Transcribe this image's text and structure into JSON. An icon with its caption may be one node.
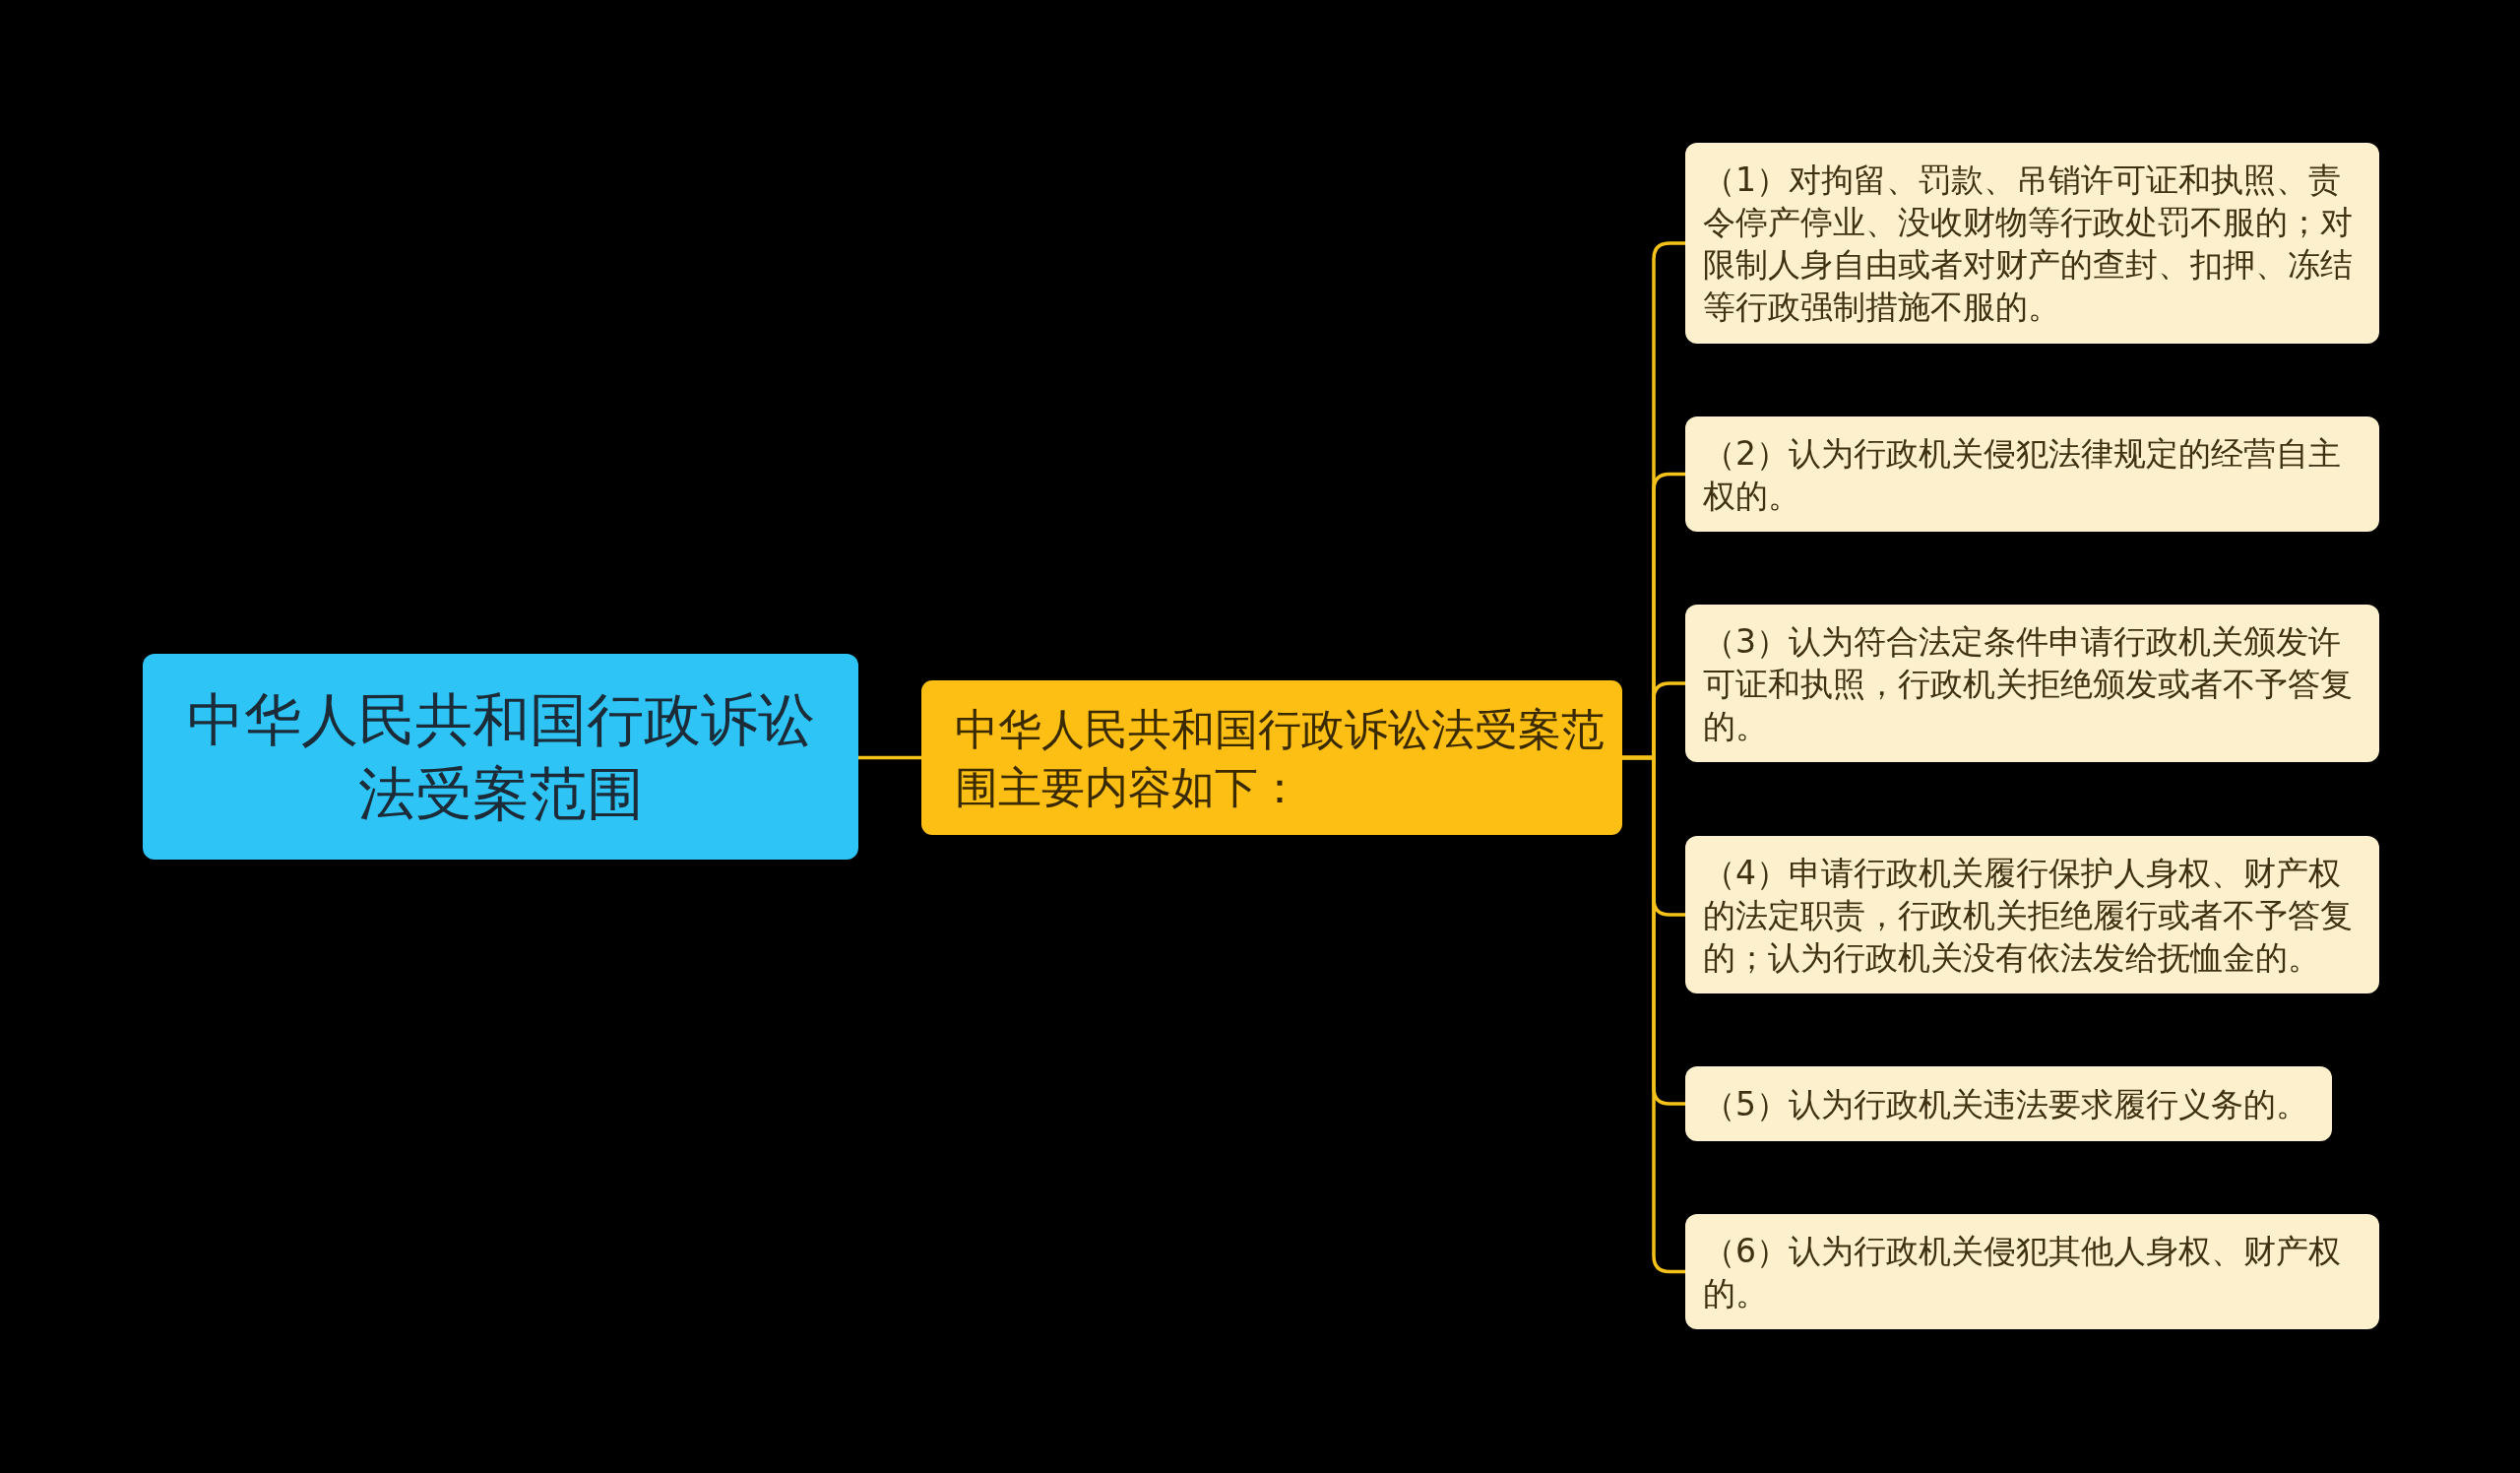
{
  "diagram": {
    "nodes": [
      {
        "text": [
          "中华人民共和国行政诉讼法受案范围"
        ]
      },
      {
        "text": [
          "中华人民共和国行政诉讼法受案范围主要内容如下："
        ]
      },
      {
        "text": [
          "（1）对拘留、罚款、吊销许可证和执照、责令停产停业、没收财物等行政处罚不服的；对限制人身自由或者对财产的查封、扣押、冻结等行政强制措施不服的。"
        ]
      },
      {
        "text": [
          "（2）认为行政机关侵犯法律规定的经营自主权的。"
        ]
      },
      {
        "text": [
          "（3）认为符合法定条件申请行政机关颁发许可证和执照，行政机关拒绝颁发或者不予答复的。"
        ]
      },
      {
        "text": [
          "（4）申请行政机关履行保护人身权、财产权的法定职责，行政机关拒绝履行或者不予答复的；认为行政机关没有依法发给抚恤金的。"
        ]
      },
      {
        "text": [
          "（5）认为行政机关违法要求履行义务的。"
        ]
      },
      {
        "text": [
          "（6）认为行政机关侵犯其他人身权、财产权的。"
        ]
      }
    ],
    "edges": [
      {
        "from": 0,
        "to": 1,
        "arrow": "none"
      },
      {
        "from": 1,
        "to": 2,
        "arrow": "none"
      },
      {
        "from": 1,
        "to": 3,
        "arrow": "none"
      },
      {
        "from": 1,
        "to": 4,
        "arrow": "none"
      },
      {
        "from": 1,
        "to": 5,
        "arrow": "none"
      },
      {
        "from": 1,
        "to": 6,
        "arrow": "none"
      },
      {
        "from": 1,
        "to": 7,
        "arrow": "none"
      }
    ]
  }
}
